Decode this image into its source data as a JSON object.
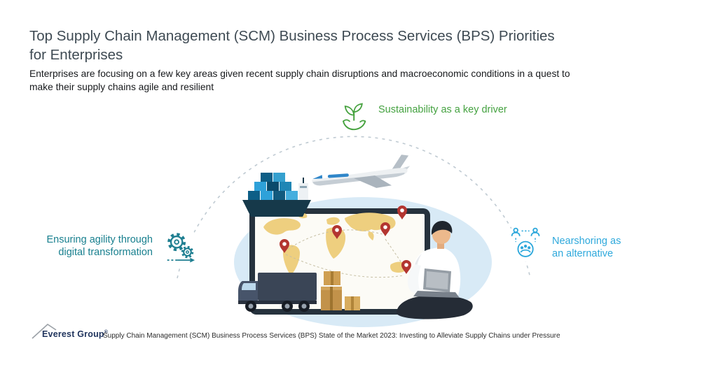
{
  "header": {
    "title": "Top Supply Chain Management (SCM) Business Process Services (BPS) Priorities for Enterprises",
    "subtitle": "Enterprises are focusing on a few key areas given recent supply chain disruptions and macroeconomic conditions in a quest to make their supply chains agile and resilient"
  },
  "priorities": {
    "sustainability": {
      "label": "Sustainability as a key driver",
      "color": "#45a241",
      "icon": "sprout-in-hand-icon"
    },
    "agility": {
      "label": "Ensuring agility through digital transformation",
      "color": "#19808f",
      "icon": "gears-icon"
    },
    "nearshoring": {
      "label": "Nearshoring as an alternative",
      "color": "#2fa9dc",
      "icon": "team-network-icon"
    }
  },
  "illustration": {
    "alt": "Global logistics scene: world map with red location pins shown on a tablet, cargo ship with containers, airplane, delivery truck, cardboard parcels, and a person sitting cross-legged working on a laptop"
  },
  "footer": {
    "logo": "Everest Group",
    "registered": "®",
    "source": "Supply Chain Management (SCM) Business Process Services (BPS) State of the Market 2023: Investing to Alleviate Supply Chains under Pressure"
  }
}
